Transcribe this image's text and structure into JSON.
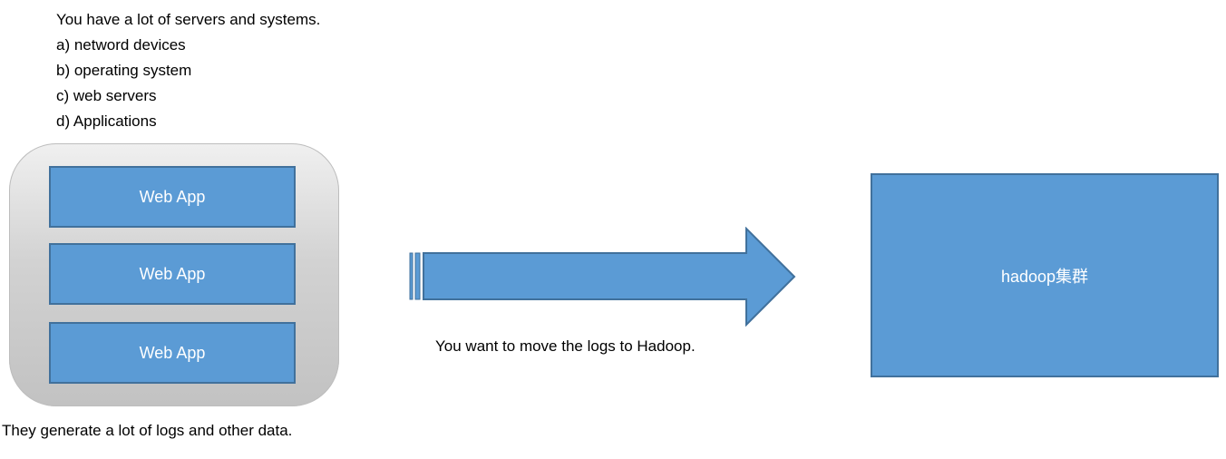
{
  "intro": {
    "heading": "You have a lot of servers and systems.",
    "items": [
      "a) netword devices",
      "b) operating system",
      "c) web servers",
      "d) Applications"
    ]
  },
  "server_group": {
    "apps": [
      "Web App",
      "Web App",
      "Web App"
    ]
  },
  "captions": {
    "bottom": "They generate a lot of logs and other data.",
    "arrow": "You want to move the logs to Hadoop."
  },
  "hadoop": {
    "label": "hadoop集群"
  },
  "colors": {
    "box_fill": "#5b9bd5",
    "box_border": "#41719c",
    "group_fill": "#d2d2d2"
  }
}
